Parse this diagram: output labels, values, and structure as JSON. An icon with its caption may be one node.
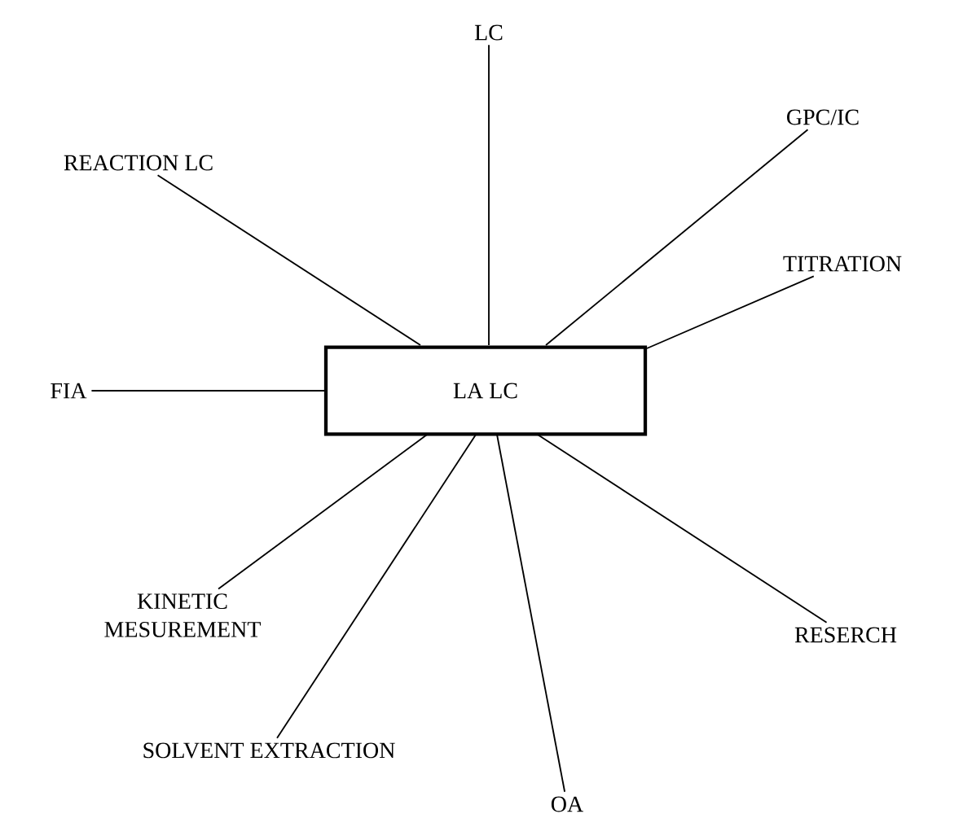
{
  "diagram": {
    "nodes": [
      {
        "text": [
          "LA LC"
        ]
      },
      {
        "text": [
          "LC"
        ]
      },
      {
        "text": [
          "REACTION LC"
        ]
      },
      {
        "text": [
          "GPC/IC"
        ]
      },
      {
        "text": [
          "TITRATION"
        ]
      },
      {
        "text": [
          "FIA"
        ]
      },
      {
        "text": [
          "KINETIC MESUREMENT"
        ]
      },
      {
        "text": [
          "RESERCH"
        ]
      },
      {
        "text": [
          "SOLVENT EXTRACTION"
        ]
      },
      {
        "text": [
          "OA"
        ]
      }
    ],
    "edges": [
      {
        "from": 0,
        "to": 1,
        "arrow": "none"
      },
      {
        "from": 0,
        "to": 2,
        "arrow": "none"
      },
      {
        "from": 0,
        "to": 3,
        "arrow": "none"
      },
      {
        "from": 0,
        "to": 4,
        "arrow": "none"
      },
      {
        "from": 0,
        "to": 5,
        "arrow": "none"
      },
      {
        "from": 0,
        "to": 6,
        "arrow": "none"
      },
      {
        "from": 0,
        "to": 7,
        "arrow": "none"
      },
      {
        "from": 0,
        "to": 8,
        "arrow": "none"
      },
      {
        "from": 0,
        "to": 9,
        "arrow": "none"
      }
    ]
  }
}
